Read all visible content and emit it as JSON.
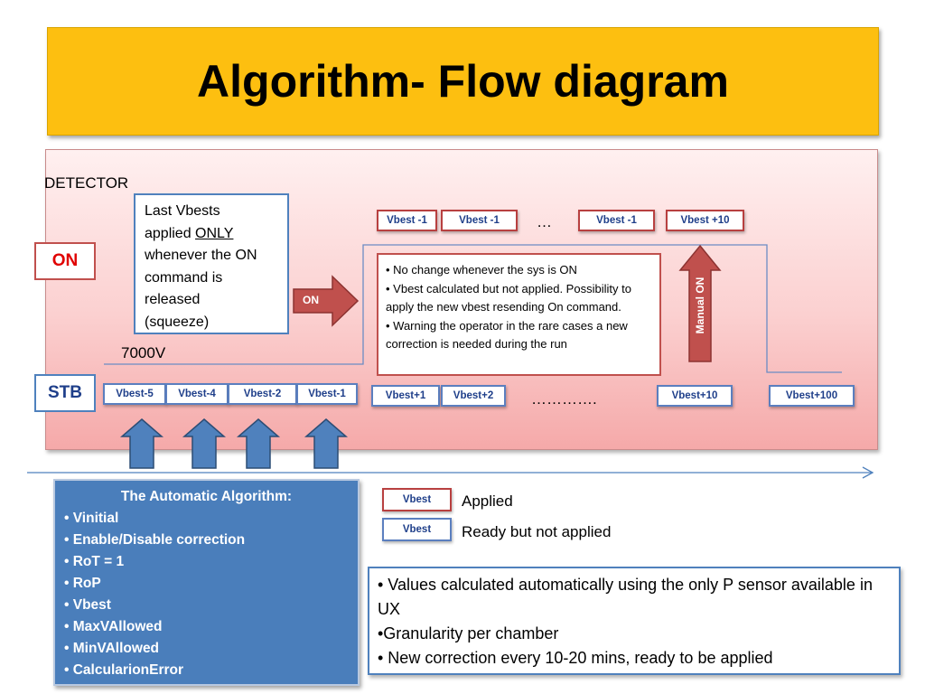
{
  "title": "Algorithm- Flow diagram",
  "diagram": {
    "detector_label": "DETECTOR",
    "on_label": "ON",
    "stb_label": "STB",
    "voltage_label": "7000V",
    "ellipsis_top": "…",
    "ellipsis_bottom": "………….",
    "last_vbests_note": {
      "lines": [
        "Last Vbests",
        "applied ",
        "whenever the ON",
        "command is",
        "released",
        "(squeeze)"
      ],
      "underlined": "ONLY"
    },
    "on_arrow_label": "ON",
    "manual_on_label": "Manual ON",
    "top_boxes": [
      "Vbest -1",
      "Vbest -1",
      "Vbest -1",
      "Vbest +10"
    ],
    "stb_boxes": [
      "Vbest-5",
      "Vbest-4",
      "Vbest-2",
      "Vbest-1"
    ],
    "mid_boxes": [
      "Vbest+1",
      "Vbest+2"
    ],
    "right_boxes": [
      "Vbest+10",
      "Vbest+100"
    ],
    "center_notes": [
      "• No change whenever the sys is ON",
      "• Vbest calculated but not applied. Possibility to apply the new vbest resending On command.",
      "• Warning the operator in the rare cases a new correction is needed during the run"
    ]
  },
  "algorithm": {
    "title": "The Automatic Algorithm:",
    "items": [
      "• Vinitial",
      "• Enable/Disable correction",
      "• RoT = 1",
      "• RoP",
      "• Vbest",
      "• MaxVAllowed",
      "• MinVAllowed",
      "• CalcularionError"
    ]
  },
  "legend": {
    "items": [
      {
        "box": "Vbest",
        "label": "Applied",
        "color": "#b84040"
      },
      {
        "box": "Vbest",
        "label": "Ready but not applied",
        "color": "#5b7fbf"
      }
    ]
  },
  "info": {
    "lines": [
      "• Values calculated automatically using the only P sensor available in UX",
      "•Granularity  per chamber",
      "• New correction every 10-20 mins, ready to be applied"
    ]
  },
  "colors": {
    "title_bg": "#fdbf10",
    "red_accent": "#c0504d",
    "blue_accent": "#4f81bd",
    "algorithm_bg": "#4a7ebb"
  }
}
